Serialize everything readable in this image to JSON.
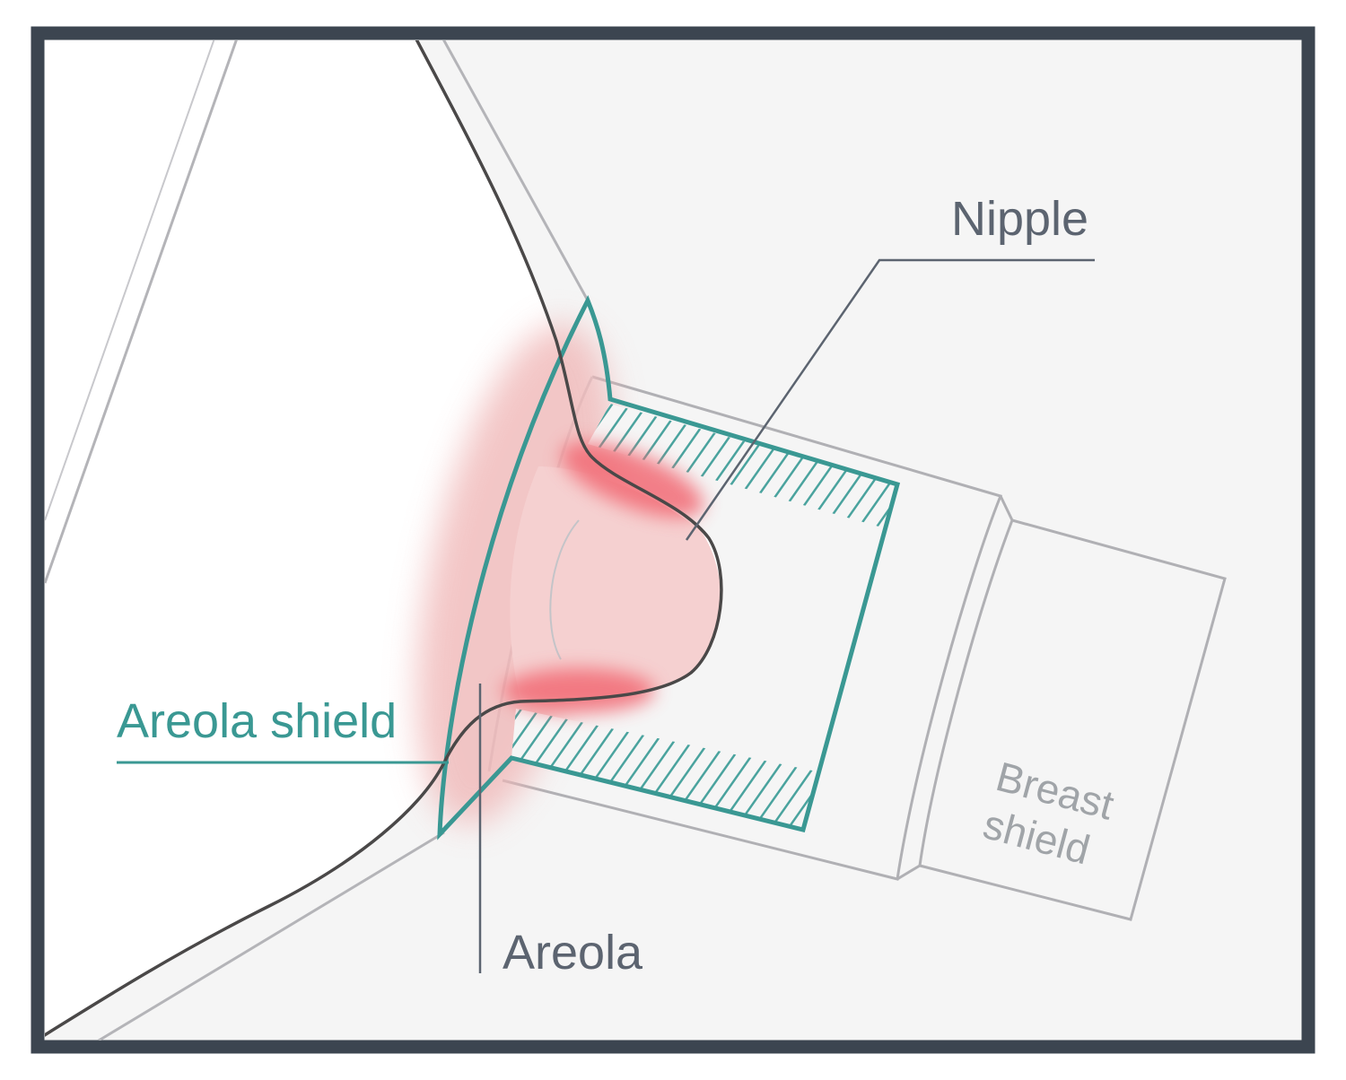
{
  "labels": {
    "nipple": "Nipple",
    "areola_shield": "Areola shield",
    "areola": "Areola",
    "breast_shield_line1": "Breast",
    "breast_shield_line2": "shield"
  },
  "colors": {
    "frame": "#3c4550",
    "background": "#f5f5f5",
    "teal": "#3a9893",
    "outline": "#4a4848",
    "light_line": "#b4b4b8",
    "pink": "#f2c4c4",
    "red": "#f26a74",
    "label_gray": "#5c6470"
  }
}
